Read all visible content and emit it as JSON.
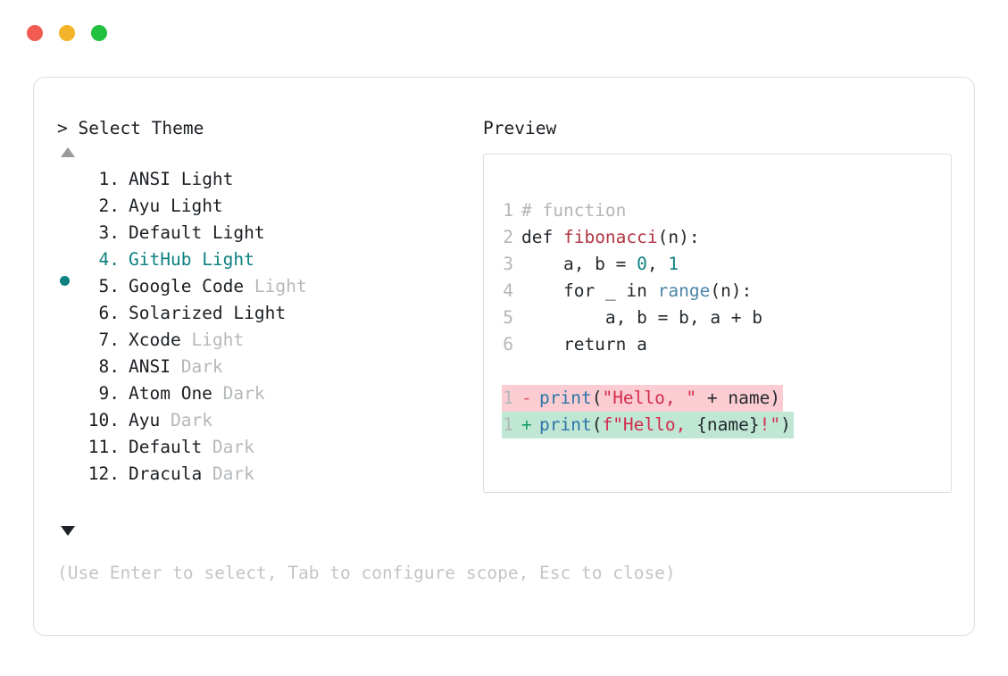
{
  "window": {
    "traffic_lights": [
      {
        "name": "close",
        "color": "#f15b52"
      },
      {
        "name": "minimize",
        "color": "#f3b429"
      },
      {
        "name": "maximize",
        "color": "#21c040"
      }
    ]
  },
  "left_panel": {
    "prompt": "> Select Theme",
    "scroll_up_indicator": "▲",
    "scroll_down_indicator": "▼",
    "selected_index": 4,
    "items": [
      {
        "index": "1.",
        "name": "ANSI",
        "variant": "Light",
        "variant_is_suffix": false
      },
      {
        "index": "2.",
        "name": "Ayu",
        "variant": "Light",
        "variant_is_suffix": false
      },
      {
        "index": "3.",
        "name": "Default",
        "variant": "Light",
        "variant_is_suffix": false
      },
      {
        "index": "4.",
        "name": "GitHub",
        "variant": "Light",
        "variant_is_suffix": false
      },
      {
        "index": "5.",
        "name": "Google Code",
        "variant": "Light",
        "variant_is_suffix": true
      },
      {
        "index": "6.",
        "name": "Solarized",
        "variant": "Light",
        "variant_is_suffix": false
      },
      {
        "index": "7.",
        "name": "Xcode",
        "variant": "Light",
        "variant_is_suffix": true
      },
      {
        "index": "8.",
        "name": "ANSI",
        "variant": "Dark",
        "variant_is_suffix": true
      },
      {
        "index": "9.",
        "name": "Atom One",
        "variant": "Dark",
        "variant_is_suffix": true
      },
      {
        "index": "10.",
        "name": "Ayu",
        "variant": "Dark",
        "variant_is_suffix": true
      },
      {
        "index": "11.",
        "name": "Default",
        "variant": "Dark",
        "variant_is_suffix": true
      },
      {
        "index": "12.",
        "name": "Dracula",
        "variant": "Dark",
        "variant_is_suffix": true
      }
    ]
  },
  "hint": "(Use Enter to select, Tab to configure scope, Esc to close)",
  "right_panel": {
    "title": "Preview",
    "code_lines": [
      {
        "num": "1",
        "tokens": [
          {
            "t": "# function",
            "c": "comment"
          }
        ]
      },
      {
        "num": "2",
        "tokens": [
          {
            "t": "def ",
            "c": "plain"
          },
          {
            "t": "fibonacci",
            "c": "func"
          },
          {
            "t": "(n):",
            "c": "plain"
          }
        ]
      },
      {
        "num": "3",
        "tokens": [
          {
            "t": "    a, b = ",
            "c": "plain"
          },
          {
            "t": "0",
            "c": "num"
          },
          {
            "t": ", ",
            "c": "plain"
          },
          {
            "t": "1",
            "c": "num"
          }
        ]
      },
      {
        "num": "4",
        "tokens": [
          {
            "t": "    for _ in ",
            "c": "plain"
          },
          {
            "t": "range",
            "c": "builtin"
          },
          {
            "t": "(n):",
            "c": "plain"
          }
        ]
      },
      {
        "num": "5",
        "tokens": [
          {
            "t": "        a, b = b, a + b",
            "c": "plain"
          }
        ]
      },
      {
        "num": "6",
        "tokens": [
          {
            "t": "    return a",
            "c": "plain"
          }
        ]
      }
    ],
    "diff_lines": [
      {
        "num": "1",
        "sign": "-",
        "kind": "del",
        "tokens": [
          {
            "t": "print",
            "c": "call"
          },
          {
            "t": "(",
            "c": "plain"
          },
          {
            "t": "\"Hello, \"",
            "c": "str"
          },
          {
            "t": " + name)",
            "c": "plain"
          }
        ]
      },
      {
        "num": "1",
        "sign": "+",
        "kind": "add",
        "tokens": [
          {
            "t": "print",
            "c": "call"
          },
          {
            "t": "(",
            "c": "plain"
          },
          {
            "t": "f\"Hello, ",
            "c": "str"
          },
          {
            "t": "{name}",
            "c": "plain"
          },
          {
            "t": "!\"",
            "c": "str"
          },
          {
            "t": ")",
            "c": "plain"
          }
        ]
      }
    ]
  },
  "colors": {
    "accent_teal": "#0d8080",
    "diff_del_bg": "#fbcdd2",
    "diff_add_bg": "#bfe7d4",
    "border": "#dedede",
    "muted": "#b3b6b9"
  }
}
